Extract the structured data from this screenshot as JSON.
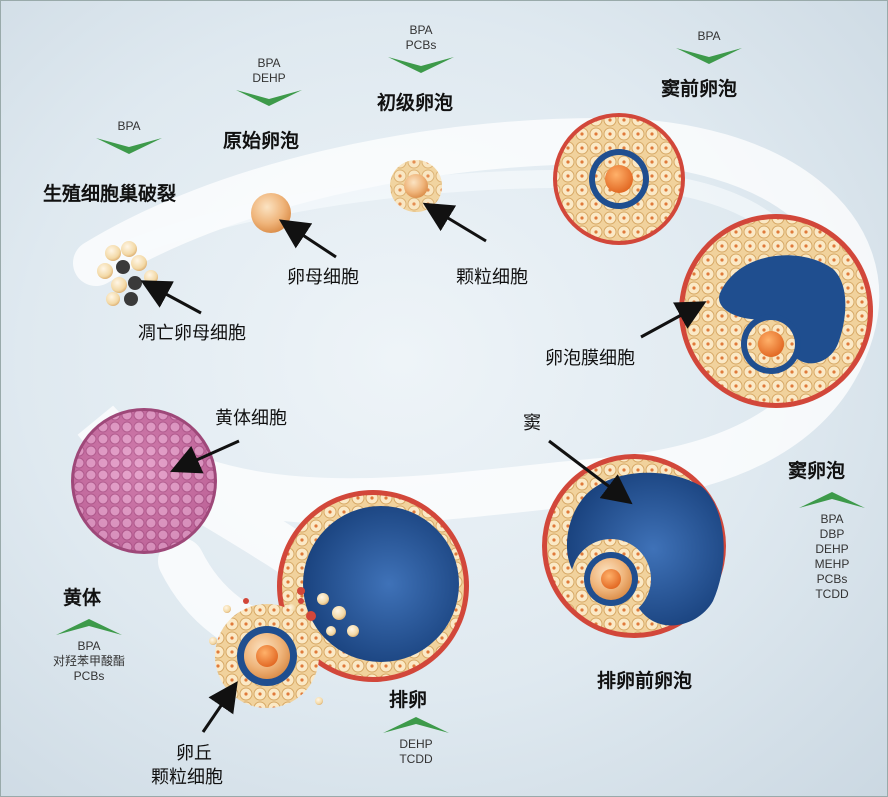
{
  "stages": {
    "gcn_breakdown": "生殖细胞巢破裂",
    "primordial": "原始卵泡",
    "primary": "初级卵泡",
    "preantral": "窦前卵泡",
    "antral": "窦卵泡",
    "preovulatory": "排卵前卵泡",
    "ovulation": "排卵",
    "corpus_luteum": "黄体"
  },
  "cell_labels": {
    "apoptotic_oocyte": "凋亡卵母细胞",
    "oocyte": "卵母细胞",
    "granulosa": "颗粒细胞",
    "theca": "卵泡膜细胞",
    "antrum": "窦",
    "luteal": "黄体细胞",
    "cumulus_1": "卵丘",
    "cumulus_2": "颗粒细胞"
  },
  "chemicals": {
    "gcn_breakdown": [
      "BPA"
    ],
    "primordial": [
      "BPA",
      "DEHP"
    ],
    "primary": [
      "BPA",
      "PCBs"
    ],
    "preantral": [
      "BPA"
    ],
    "antral": [
      "BPA",
      "DBP",
      "DEHP",
      "MEHP",
      "PCBs",
      "TCDD"
    ],
    "ovulation": [
      "DEHP",
      "TCDD"
    ],
    "corpus_luteum": [
      "BPA",
      "对羟苯甲酸酯",
      "PCBs"
    ]
  },
  "colors": {
    "chevron": "#3d9a4a",
    "granulosa": "#f2d9a8",
    "antrum": "#1f4e8f",
    "theca": "#d2473a",
    "oocyte": "#e89a4a",
    "luteal": "#c86aa0"
  }
}
